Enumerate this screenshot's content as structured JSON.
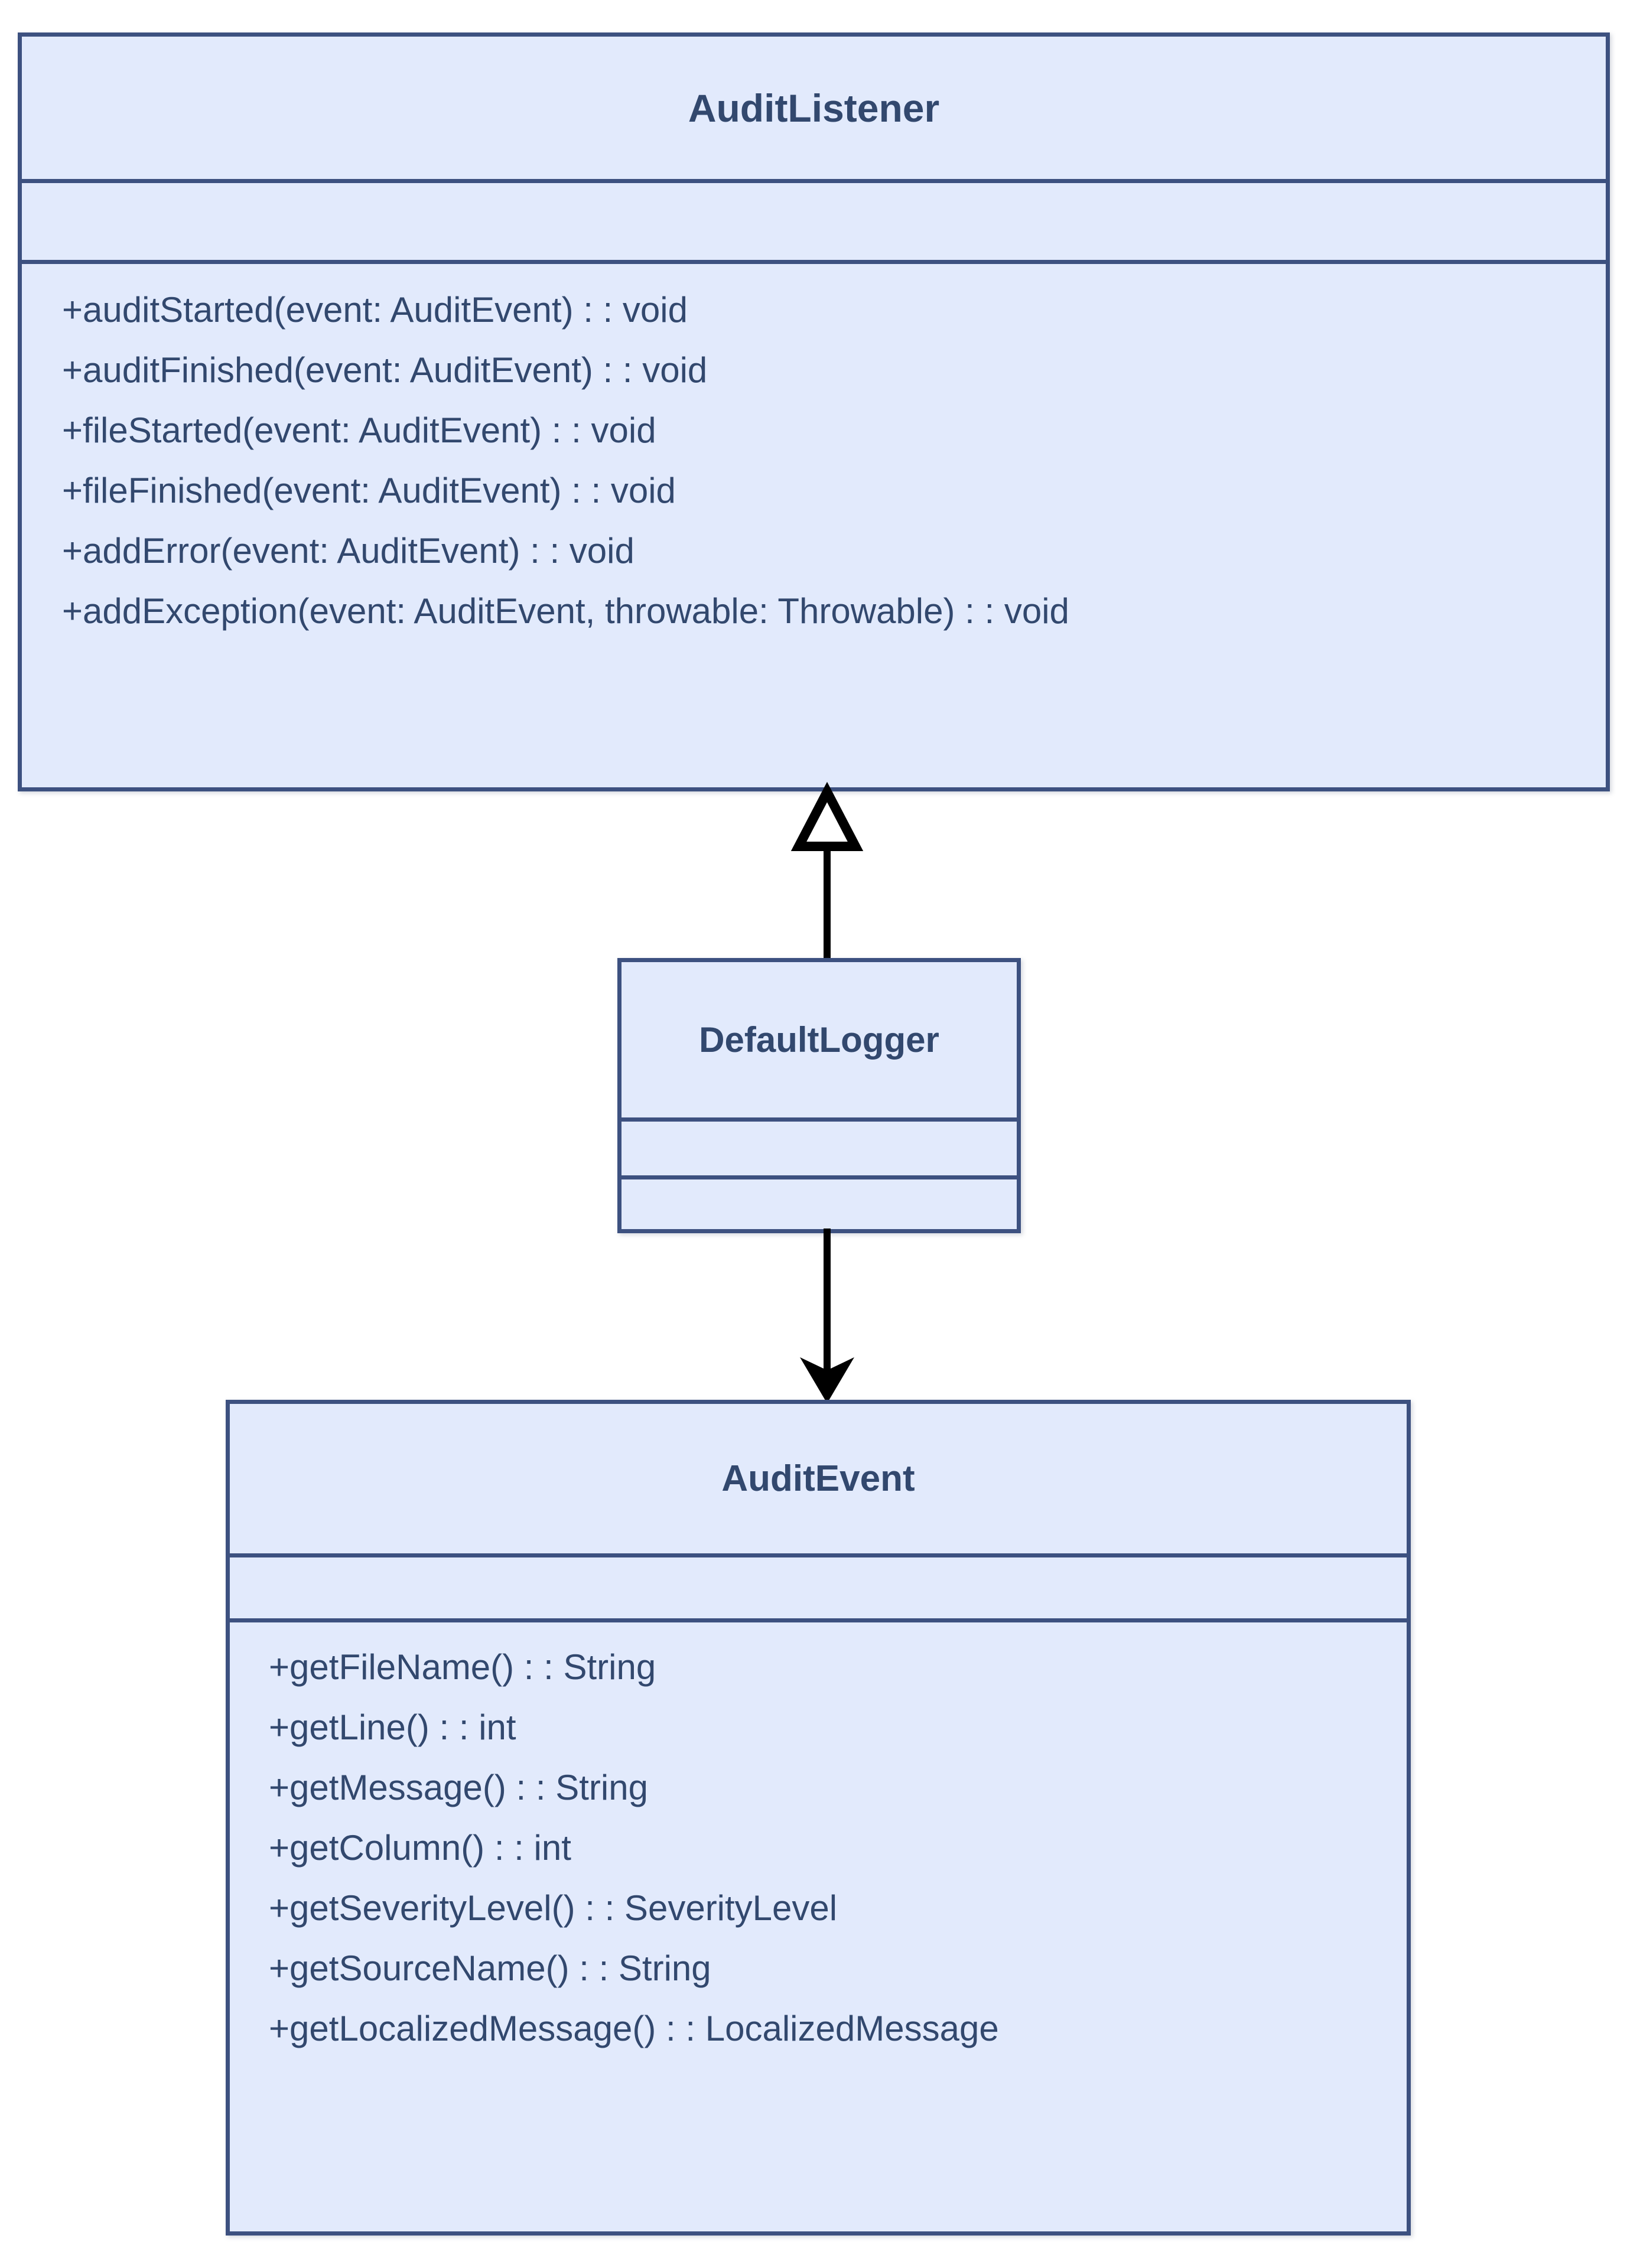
{
  "diagram": {
    "type": "uml-class-diagram",
    "background_color": "#ffffff",
    "box_fill_color": "#e2eafc",
    "box_border_color": "#3d5180",
    "text_color": "#32486e",
    "connector_color": "#000000"
  },
  "classes": {
    "audit_listener": {
      "name": "AuditListener",
      "attributes": [],
      "methods": [
        "+auditStarted(event: AuditEvent) : : void",
        "+auditFinished(event: AuditEvent) : : void",
        "+fileStarted(event: AuditEvent) : : void",
        "+fileFinished(event: AuditEvent) : : void",
        "+addError(event: AuditEvent) : : void",
        "+addException(event: AuditEvent, throwable: Throwable) : : void"
      ]
    },
    "default_logger": {
      "name": "DefaultLogger",
      "attributes": [],
      "methods": []
    },
    "audit_event": {
      "name": "AuditEvent",
      "attributes": [],
      "methods": [
        "+getFileName() : : String",
        "+getLine() : : int",
        "+getMessage() : : String",
        "+getColumn() : : int",
        "+getSeverityLevel() : : SeverityLevel",
        "+getSourceName() : : String",
        "+getLocalizedMessage() : : LocalizedMessage"
      ]
    }
  },
  "connectors": [
    {
      "id": "inheritance",
      "relationship": "generalization",
      "arrowhead": "hollow-triangle",
      "from": "DefaultLogger",
      "to": "AuditListener",
      "direction": "up"
    },
    {
      "id": "dependency",
      "relationship": "association",
      "arrowhead": "solid-filled",
      "from": "DefaultLogger",
      "to": "AuditEvent",
      "direction": "down"
    }
  ]
}
